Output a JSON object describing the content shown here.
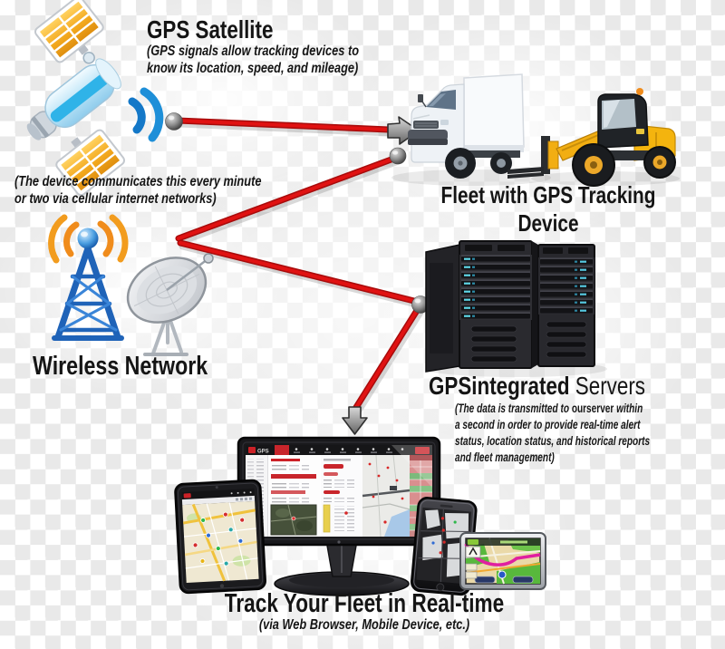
{
  "diagram_title": "GPS fleet tracking system diagram",
  "satellite": {
    "title": "GPS Satellite",
    "note": "(GPS signals allow tracking devices to\nknow its location, speed, and mileage)"
  },
  "device_note": {
    "text": "(The device communicates this every minute\nor two via cellular internet networks)"
  },
  "fleet": {
    "title": "Fleet with GPS Tracking Device"
  },
  "wireless": {
    "title": "Wireless Network"
  },
  "servers": {
    "title_bold": "GPSintegrated",
    "title_rest": " Servers",
    "note_prefix": "(The data is transmitted to ",
    "note_word": "ourserver",
    "note_suffix": " within\na second in order to provide real-time alert\nstatus, location status, and historical reports\nand fleet management)"
  },
  "tracking": {
    "title": "Track Your Fleet in Real-time",
    "subtitle": "(via Web Browser, Mobile Device, etc.)"
  },
  "dashboard": {
    "logo": "GPS"
  },
  "icons": {
    "satellite-icon": "GPS satellite with solar panels",
    "signal-waves-icon": "blue radio signal arcs",
    "cell-tower-icon": "blue lattice radio tower with orange signal arcs",
    "satellite-dish-icon": "gray parabolic dish antenna",
    "truck-icon": "white box delivery truck",
    "forklift-icon": "yellow telehandler forklift",
    "server-racks-icon": "three dark server tower racks with cyan LEDs",
    "monitor-icon": "desktop monitor showing tracking dashboard",
    "tablet-icon": "tablet showing street map with vehicle pins",
    "smartphone-icon": "smartphone showing dark tracking map",
    "gps-navigator-icon": "car GPS navigator with route map",
    "right-arrow-icon": "gray arrow pointing right",
    "down-arrow-icon": "gray arrow pointing down",
    "junction-node": "gray sphere connector node"
  },
  "colors": {
    "connector_red": "#d21010",
    "accent_red": "#cc2127",
    "tower_blue": "#1f63b8",
    "signal_orange": "#f08c1c",
    "panel_orange": "#f2a71c",
    "forklift_yellow": "#f4b40e",
    "led_cyan": "#5fd8e8",
    "route_magenta": "#e020a0",
    "map_green": "#58b83c",
    "checker_light": "#ffffff",
    "checker_dark": "#e9e9e9"
  }
}
